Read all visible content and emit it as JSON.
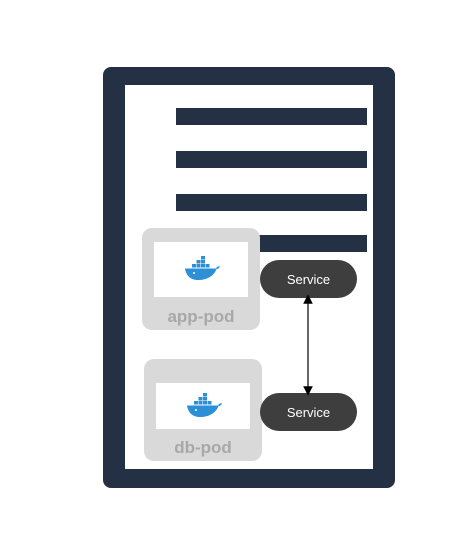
{
  "pods": [
    {
      "label": "app-pod",
      "icon": "docker-whale-icon"
    },
    {
      "label": "db-pod",
      "icon": "docker-whale-icon"
    }
  ],
  "services": [
    {
      "label": "Service"
    },
    {
      "label": "Service"
    }
  ],
  "colors": {
    "frame": "#243044",
    "pod_bg": "#d9d9d9",
    "pod_label": "#a8a8a8",
    "service_bg": "#3e3e3e",
    "whale": "#2d8fd5"
  }
}
